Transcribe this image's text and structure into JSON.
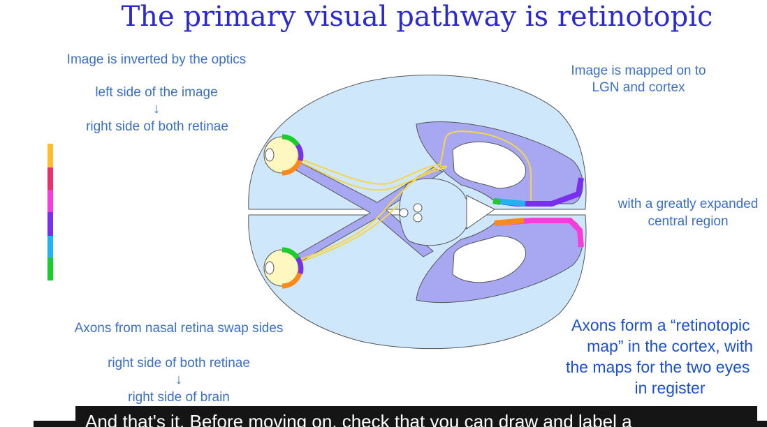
{
  "title": "The primary visual pathway is retinotopic",
  "notes": {
    "inverted": "Image is inverted by the optics",
    "left_side_image": "left side of the image",
    "arrow_1": "↓",
    "right_side_retinae": "right side of both retinae",
    "mapped_line1": "Image is mapped on to",
    "mapped_line2": "LGN and cortex",
    "expanded_line1": "with a greatly expanded",
    "expanded_line2": "central region",
    "nasal_swap": "Axons from nasal retina swap sides",
    "right_retinae_2": "right side of both retinae",
    "arrow_2": "↓",
    "right_brain": "right side of brain",
    "retinotopic_line1": "Axons form a “retinotopic",
    "retinotopic_line2": "map” in the cortex, with",
    "retinotopic_line3": "the maps for the two eyes",
    "retinotopic_line4": "in register"
  },
  "caption": "And that's it. Before moving on, check that you can draw and label a",
  "colors": {
    "brain_fill": "#cfe7fb",
    "pathway_fill": "#a8a8f2",
    "axon_yellow": "#f5d64a",
    "bar": [
      "#fcbe2c",
      "#ee2f6e",
      "#f53ddb",
      "#7a2ff0",
      "#1fb3f0",
      "#1bcd2b"
    ]
  }
}
